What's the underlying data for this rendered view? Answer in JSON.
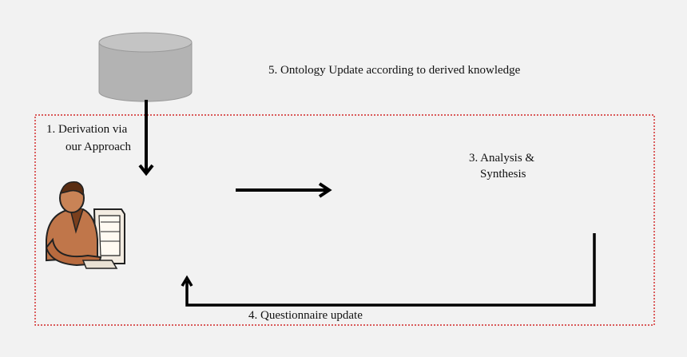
{
  "steps": {
    "derivation": {
      "line1": "1.  Derivation via",
      "line2": "our Approach"
    },
    "analysis": {
      "line1": "3. Analysis &",
      "line2": "Synthesis"
    },
    "questionnaire": "4. Questionnaire update",
    "ontology_update": "5. Ontology Update according to derived knowledge"
  },
  "colors": {
    "background": "#f2f2f2",
    "database": "#b3b3b3",
    "frame_border": "#cc0000",
    "arrow": "#000000",
    "person_skin": "#c0764a"
  },
  "icons": [
    "database-icon",
    "person-at-computer-icon"
  ]
}
